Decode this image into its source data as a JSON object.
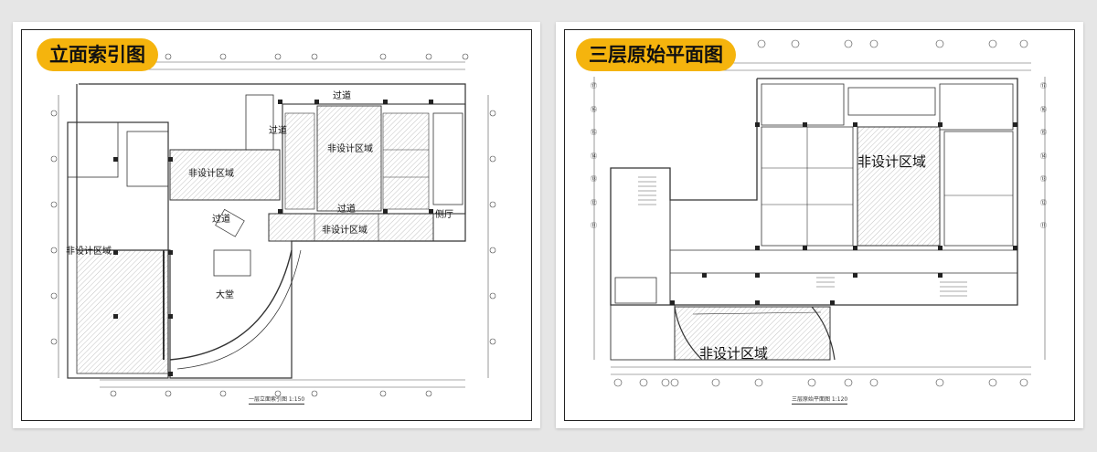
{
  "panels": [
    {
      "badge": "立面索引图",
      "caption": "一层立面索引图 1:150",
      "labels": {
        "corridor_top": "过道",
        "non_design_center": "非设计区域",
        "corridor_mid": "过道",
        "non_design_mid": "非设计区域",
        "corridor_lower": "过道",
        "non_design_small": "非设计区域",
        "corridor_hall": "过道",
        "side_hall": "侧厅",
        "non_design_left": "非设计区域",
        "lobby": "大堂"
      }
    },
    {
      "badge": "三层原始平面图",
      "caption": "三层原始平面图 1:120",
      "labels": {
        "non_design_top": "非设计区域",
        "non_design_bottom": "非设计区域"
      },
      "axis_top": [
        "⑪",
        "⑫",
        "⑬",
        "⑭",
        "⑮",
        "⑯",
        "⑰"
      ],
      "axis_bottom": [
        "⑪",
        "⑫",
        "⑬",
        "⑭",
        "⑮",
        "⑯",
        "⑰"
      ]
    }
  ],
  "colors": {
    "badge": "#f5b40d",
    "line": "#333333",
    "hatch": "#888888"
  }
}
